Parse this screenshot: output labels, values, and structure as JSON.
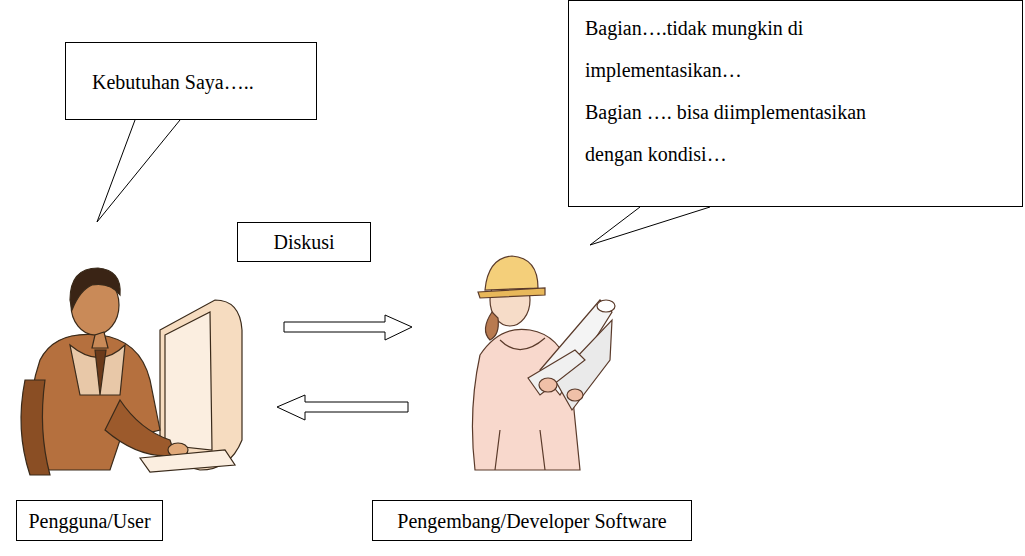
{
  "diagram": {
    "nodes": [
      {
        "text": [
          "Kebutuhan Saya….."
        ]
      },
      {
        "text": [
          "Bagian….tidak mungkin di implementasikan…",
          "Bagian …. bisa diimplementasikan dengan kondisi…"
        ]
      },
      {
        "text": [
          "Diskusi"
        ]
      },
      {
        "text": [
          "Pengguna/User"
        ]
      },
      {
        "text": [
          "Pengembang/Developer Software"
        ]
      }
    ]
  }
}
